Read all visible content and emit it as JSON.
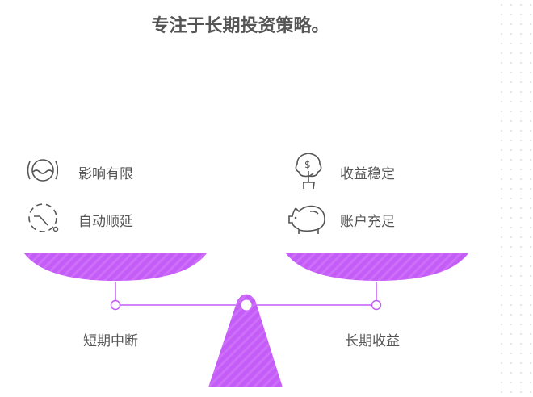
{
  "title": "专注于长期投资策略。",
  "left": {
    "items": [
      {
        "label": "影响有限",
        "icon": "wave-circle-icon"
      },
      {
        "label": "自动顺延",
        "icon": "dashed-clock-icon"
      }
    ],
    "pan_label": "短期中断"
  },
  "right": {
    "items": [
      {
        "label": "收益稳定",
        "icon": "money-tree-icon"
      },
      {
        "label": "账户充足",
        "icon": "piggy-bank-icon"
      }
    ],
    "pan_label": "长期收益"
  },
  "colors": {
    "accent": "#c45cf7",
    "text": "#555555"
  }
}
